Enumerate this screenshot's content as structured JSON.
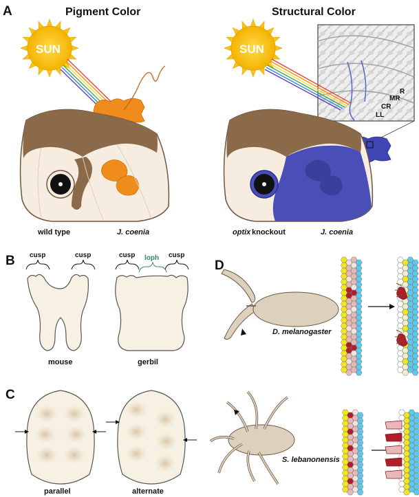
{
  "panels": {
    "a": {
      "letter": "A",
      "left_title": "Pigment Color",
      "right_title": "Structural Color",
      "sun_left": "SUN",
      "sun_right": "SUN",
      "left_caption_1": "wild type",
      "left_caption_2": "J. coenia",
      "right_caption_1a": "optix",
      "right_caption_1b": " knockout",
      "right_caption_2": "J. coenia",
      "scale_labels": [
        "R",
        "MR",
        "CR",
        "LL"
      ]
    },
    "b": {
      "letter": "B",
      "mouse_cusp_left": "cusp",
      "mouse_cusp_right": "cusp",
      "gerbil_cusp_left": "cusp",
      "gerbil_loph": "loph",
      "gerbil_cusp_right": "cusp",
      "mouse_label": "mouse",
      "gerbil_label": "gerbil"
    },
    "c": {
      "letter": "C",
      "parallel_label": "parallel",
      "alternate_label": "alternate"
    },
    "d": {
      "letter": "D",
      "top_species": "D. melanogaster",
      "bottom_species": "S. lebanonensis"
    }
  },
  "colors": {
    "orange": "#f08c1c",
    "blue": "#4a4fb8",
    "brown": "#8b6a4a",
    "cream": "#f7f1e3",
    "yellow": "#f5e61a",
    "cyan": "#5ec8ea",
    "dark_red": "#b01e2a",
    "pink": "#e8b8b8",
    "loph_green": "#2e8b57"
  }
}
